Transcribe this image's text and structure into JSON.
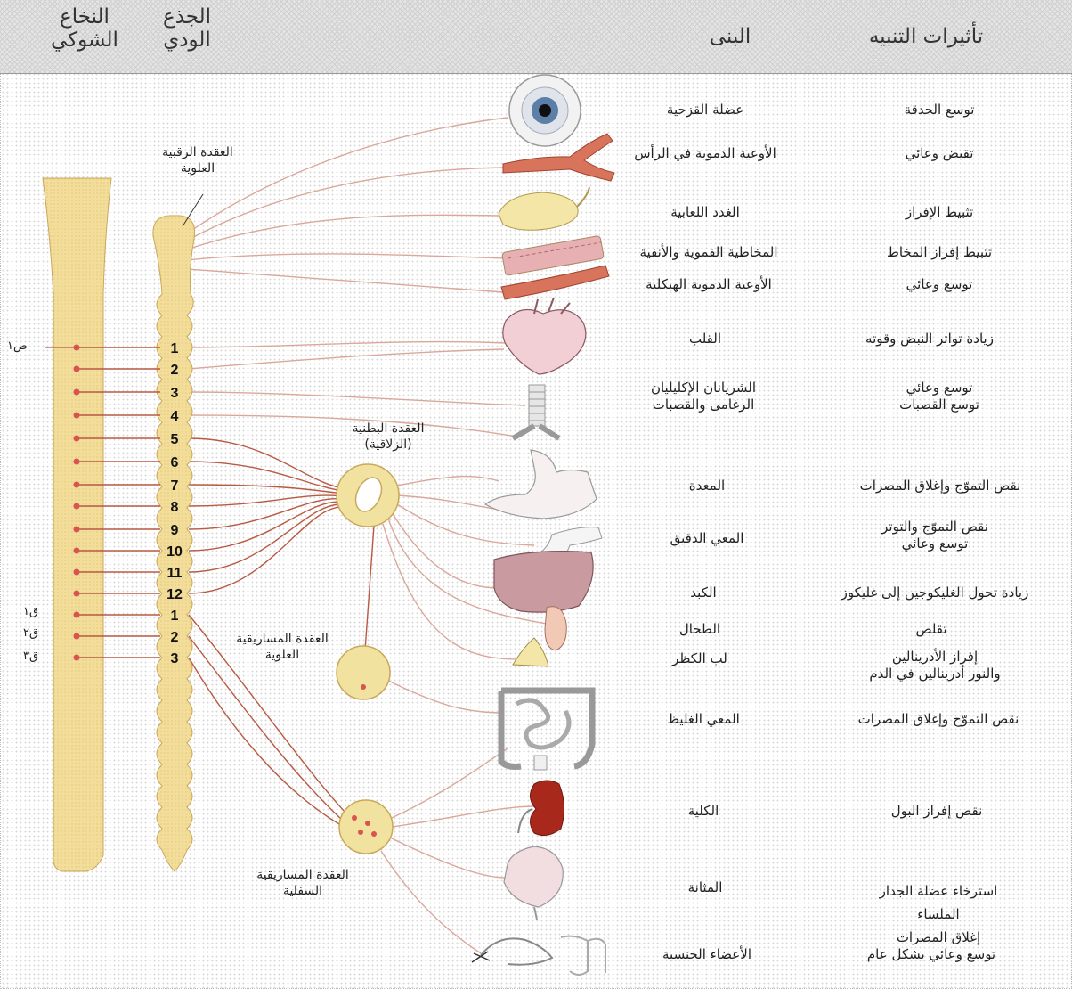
{
  "headers": {
    "spinal_cord": "النخاع الشوكي",
    "sympathetic_trunk": "الجذع الودي",
    "organs": "البنى",
    "effects": "تأثيرات التنبيه"
  },
  "ganglia": {
    "superior_cervical": "العقدة الرقبية العلوية",
    "celiac": "العقدة البطنية (الزلاقية)",
    "superior_mesenteric": "العقدة المساريقية العلوية",
    "inferior_mesenteric": "العقدة المساريقية السفلية"
  },
  "segments": {
    "thoracic_first": "ص١",
    "lumbar": [
      "ق١",
      "ق٢",
      "ق٣"
    ],
    "numbers": [
      "1",
      "2",
      "3",
      "4",
      "5",
      "6",
      "7",
      "8",
      "9",
      "10",
      "11",
      "12",
      "1",
      "2",
      "3"
    ]
  },
  "rows": [
    {
      "organ": "عضلة القزحية",
      "effect": "توسع الحدقة",
      "icon": "eye-icon"
    },
    {
      "organ": "الأوعية الدموية في الرأس",
      "effect": "تقبض وعائي",
      "icon": "head-blood-vessel-icon"
    },
    {
      "organ": "الغدد اللعابية",
      "effect": "تثبيط الإفراز",
      "icon": "salivary-gland-icon"
    },
    {
      "organ": "المخاطية الفموية والأنفية",
      "effect": "تثبيط إفراز المخاط",
      "icon": "mucosa-icon"
    },
    {
      "organ": "الأوعية الدموية الهيكلية",
      "effect": "توسع وعائي",
      "icon": "skeletal-vessel-icon"
    },
    {
      "organ": "القلب",
      "effect": "زيادة تواتر النبض وقوته",
      "icon": "heart-icon"
    },
    {
      "organ": "الشريانان الإكليليان\nالرغامى والقصبات",
      "effect": "توسع وعائي\nتوسع القصبات",
      "icon": "lungs-trachea-icon"
    },
    {
      "organ": "المعدة",
      "effect": "نقص التموّج وإغلاق المصرات",
      "icon": "stomach-icon"
    },
    {
      "organ": "المعي الدقيق",
      "effect": "نقص التموّج والتوتر\nتوسع وعائي",
      "icon": "small-intestine-icon"
    },
    {
      "organ": "الكبد",
      "effect": "زيادة تحول الغليكوجين إلى غليكوز",
      "icon": "liver-icon"
    },
    {
      "organ": "الطحال",
      "effect": "تقلص",
      "icon": "spleen-icon"
    },
    {
      "organ": "لب الكظر",
      "effect": "إفراز الأدرينالين\nوالنور أدرينالين في الدم",
      "icon": "adrenal-icon"
    },
    {
      "organ": "المعي الغليظ",
      "effect": "نقص التموّج وإغلاق المصرات",
      "icon": "large-intestine-icon"
    },
    {
      "organ": "الكلية",
      "effect": "نقص إفراز البول",
      "icon": "kidney-icon"
    },
    {
      "organ": "المثانة",
      "effect": "استرخاء عضلة الجدار الملساء\nإغلاق المصرات",
      "icon": "bladder-icon"
    },
    {
      "organ": "الأعضاء الجنسية",
      "effect": "توسع وعائي بشكل عام",
      "icon": "genitals-icon"
    }
  ],
  "colors": {
    "cord_fill": "#f3dd9a",
    "cord_stroke": "#c9a85a",
    "nerve": "#d9a89a",
    "nerve_dark": "#b85a44",
    "dot": "#d9534f",
    "ganglion_fill": "#f1e2a0"
  }
}
